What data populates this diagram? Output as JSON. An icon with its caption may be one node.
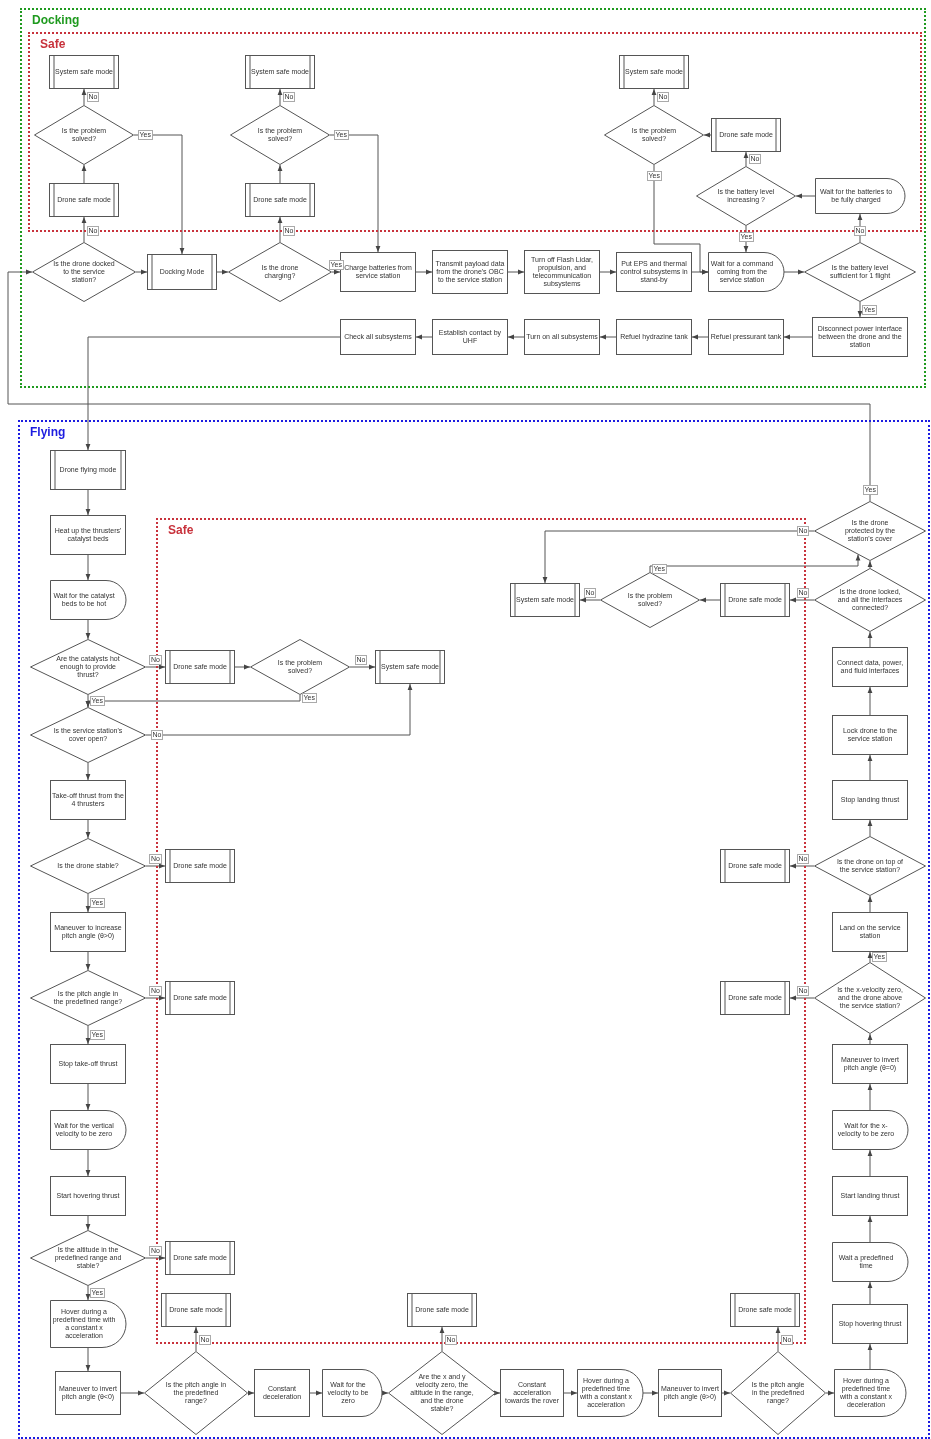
{
  "diagram": {
    "nodes": [
      {
        "text": [
          "Docking"
        ]
      },
      {
        "text": [
          "Safe"
        ],
        "in": 0
      },
      {
        "text": [
          "System safe mode"
        ],
        "in": 1
      },
      {
        "text": [
          "System safe mode"
        ],
        "in": 1
      },
      {
        "text": [
          "System safe mode"
        ],
        "in": 1
      },
      {
        "text": [
          "Is the problem solved?"
        ],
        "in": 1
      },
      {
        "text": [
          "Is the problem solved?"
        ],
        "in": 1
      },
      {
        "text": [
          "Is the problem solved?"
        ],
        "in": 1
      },
      {
        "text": [
          "Drone safe mode"
        ],
        "in": 1
      },
      {
        "text": [
          "Drone safe mode"
        ],
        "in": 1
      },
      {
        "text": [
          "Drone safe mode"
        ],
        "in": 1
      },
      {
        "text": [
          "Is the battery level increasing ?"
        ],
        "in": 1
      },
      {
        "text": [
          "Wait for the batteries to be fully charged"
        ],
        "in": 1
      },
      {
        "text": [
          "Is the drone docked to the service station?"
        ],
        "in": 0
      },
      {
        "text": [
          "Docking Mode"
        ],
        "in": 0
      },
      {
        "text": [
          "Is the drone charging?"
        ],
        "in": 0
      },
      {
        "text": [
          "Charge batteries from service station"
        ],
        "in": 0
      },
      {
        "text": [
          "Transmit payload data from the drone's OBC to the service station"
        ],
        "in": 0
      },
      {
        "text": [
          "Turn off Flash Lidar, propulsion, and telecommunication subsystems"
        ],
        "in": 0
      },
      {
        "text": [
          "Put EPS and thermal control subsystems in stand-by"
        ],
        "in": 0
      },
      {
        "text": [
          "Wait for a command coming from the service station"
        ],
        "in": 0
      },
      {
        "text": [
          "Is the battery level sufficient for 1 flight"
        ],
        "in": 0
      },
      {
        "text": [
          "Check all subsystems"
        ],
        "in": 0
      },
      {
        "text": [
          "Establish contact by UHF"
        ],
        "in": 0
      },
      {
        "text": [
          "Turn on all subsystems"
        ],
        "in": 0
      },
      {
        "text": [
          "Refuel hydrazine tank"
        ],
        "in": 0
      },
      {
        "text": [
          "Refuel pressurant tank"
        ],
        "in": 0
      },
      {
        "text": [
          "Disconnect power interface between the drone and the station"
        ],
        "in": 0
      },
      {
        "text": [
          "Flying"
        ]
      },
      {
        "text": [
          "Drone flying mode"
        ],
        "in": 28
      },
      {
        "text": [
          "Heat up the thrusters' catalyst beds"
        ],
        "in": 28
      },
      {
        "text": [
          "Safe"
        ],
        "in": 28
      },
      {
        "text": [
          "Is the drone protected by the station's cover"
        ],
        "in": 28
      },
      {
        "text": [
          "Wait for the catalyst beds to be hot"
        ],
        "in": 28
      },
      {
        "text": [
          "System safe mode"
        ],
        "in": 31
      },
      {
        "text": [
          "Is the problem solved?"
        ],
        "in": 31
      },
      {
        "text": [
          "Drone safe mode"
        ],
        "in": 31
      },
      {
        "text": [
          "Is the drone locked, and all the interfaces connected?"
        ],
        "in": 28
      },
      {
        "text": [
          "Are the catalysts hot enough to provide thrust?"
        ],
        "in": 28
      },
      {
        "text": [
          "Drone safe mode"
        ],
        "in": 31
      },
      {
        "text": [
          "Is the problem solved?"
        ],
        "in": 31
      },
      {
        "text": [
          "System safe mode"
        ],
        "in": 31
      },
      {
        "text": [
          "Connect data, power, and fluid interfaces"
        ],
        "in": 28
      },
      {
        "text": [
          "Is the service station's cover open?"
        ],
        "in": 28
      },
      {
        "text": [
          "Lock drone to the service station"
        ],
        "in": 28
      },
      {
        "text": [
          "Take-off thrust from the 4 thrusters"
        ],
        "in": 28
      },
      {
        "text": [
          "Stop landing thrust"
        ],
        "in": 28
      },
      {
        "text": [
          "Is the drone stable?"
        ],
        "in": 28
      },
      {
        "text": [
          "Drone safe mode"
        ],
        "in": 31
      },
      {
        "text": [
          "Drone safe mode"
        ],
        "in": 31
      },
      {
        "text": [
          "Is the drone on top of the service station?"
        ],
        "in": 28
      },
      {
        "text": [
          "Maneuver to increase pitch angle (θ>0)"
        ],
        "in": 28
      },
      {
        "text": [
          "Land on the service station"
        ],
        "in": 28
      },
      {
        "text": [
          "Is the pitch angle in the predefined range?"
        ],
        "in": 28
      },
      {
        "text": [
          "Drone safe mode"
        ],
        "in": 31
      },
      {
        "text": [
          "Drone safe mode"
        ],
        "in": 31
      },
      {
        "text": [
          "Is the x-velocity zero, and the drone above the service station?"
        ],
        "in": 28
      },
      {
        "text": [
          "Stop take-off thrust"
        ],
        "in": 28
      },
      {
        "text": [
          "Maneuver to invert pitch angle (θ=0)"
        ],
        "in": 28
      },
      {
        "text": [
          "Wait for the vertical velocity to be zero"
        ],
        "in": 28
      },
      {
        "text": [
          "Wait for the x-velocity to be zero"
        ],
        "in": 28
      },
      {
        "text": [
          "Start hovering thrust"
        ],
        "in": 28
      },
      {
        "text": [
          "Start landing thrust"
        ],
        "in": 28
      },
      {
        "text": [
          "Is the altitude in the predefined range and stable?"
        ],
        "in": 28
      },
      {
        "text": [
          "Drone safe mode"
        ],
        "in": 31
      },
      {
        "text": [
          "Wait a predefined time"
        ],
        "in": 28
      },
      {
        "text": [
          "Hover during a predefined time with a constant x acceleration"
        ],
        "in": 28
      },
      {
        "text": [
          "Drone safe mode"
        ],
        "in": 31
      },
      {
        "text": [
          "Drone safe mode"
        ],
        "in": 31
      },
      {
        "text": [
          "Drone safe mode"
        ],
        "in": 31
      },
      {
        "text": [
          "Stop hovering thrust"
        ],
        "in": 28
      },
      {
        "text": [
          "Maneuver to invert pitch angle (θ<0)"
        ],
        "in": 28
      },
      {
        "text": [
          "Is the pitch angle in the predefined range?"
        ],
        "in": 28
      },
      {
        "text": [
          "Constant deceleration"
        ],
        "in": 28
      },
      {
        "text": [
          "Wait for the velocity to be zero"
        ],
        "in": 28
      },
      {
        "text": [
          "Are the x and y velocity zero, the altitude in the range, and the drone stable?"
        ],
        "in": 28
      },
      {
        "text": [
          "Constant acceleration towards the rover"
        ],
        "in": 28
      },
      {
        "text": [
          "Hover during a predefined time with a constant x acceleration"
        ],
        "in": 28
      },
      {
        "text": [
          "Maneuver to invert pitch angle (θ>0)"
        ],
        "in": 28
      },
      {
        "text": [
          "Is the pitch angle in the predefined range?"
        ],
        "in": 28
      },
      {
        "text": [
          "Hover during a predefined time with a constant x deceleration"
        ],
        "in": 28
      }
    ],
    "edges": [
      {
        "from": 13,
        "to": 14,
        "arrow": "to"
      },
      {
        "from": 13,
        "to": 9,
        "arrow": "to",
        "label": "No"
      },
      {
        "from": 9,
        "to": 5,
        "arrow": "to"
      },
      {
        "from": 5,
        "to": 2,
        "arrow": "to",
        "label": "No"
      },
      {
        "from": 5,
        "to": 14,
        "arrow": "to",
        "label": "Yes"
      },
      {
        "from": 14,
        "to": 15,
        "arrow": "to"
      },
      {
        "from": 15,
        "to": 10,
        "arrow": "to",
        "label": "No"
      },
      {
        "from": 10,
        "to": 6,
        "arrow": "to"
      },
      {
        "from": 6,
        "to": 3,
        "arrow": "to",
        "label": "No"
      },
      {
        "from": 6,
        "to": 16,
        "arrow": "to",
        "label": "Yes"
      },
      {
        "from": 15,
        "to": 16,
        "arrow": "to",
        "label": "Yes"
      },
      {
        "from": 16,
        "to": 17,
        "arrow": "to"
      },
      {
        "from": 17,
        "to": 18,
        "arrow": "to"
      },
      {
        "from": 18,
        "to": 19,
        "arrow": "to"
      },
      {
        "from": 19,
        "to": 20,
        "arrow": "to"
      },
      {
        "from": 7,
        "to": 20,
        "arrow": "to",
        "label": "Yes"
      },
      {
        "from": 20,
        "to": 21,
        "arrow": "to"
      },
      {
        "from": 21,
        "to": 12,
        "arrow": "to",
        "label": "No"
      },
      {
        "from": 12,
        "to": 11,
        "arrow": "to"
      },
      {
        "from": 11,
        "to": 8,
        "arrow": "to",
        "label": "No"
      },
      {
        "from": 8,
        "to": 7,
        "arrow": "to"
      },
      {
        "from": 7,
        "to": 4,
        "arrow": "to",
        "label": "No"
      },
      {
        "from": 11,
        "to": 20,
        "arrow": "to",
        "label": "Yes"
      },
      {
        "from": 21,
        "to": 27,
        "arrow": "to",
        "label": "Yes"
      },
      {
        "from": 27,
        "to": 26,
        "arrow": "to"
      },
      {
        "from": 26,
        "to": 25,
        "arrow": "to"
      },
      {
        "from": 25,
        "to": 24,
        "arrow": "to"
      },
      {
        "from": 24,
        "to": 23,
        "arrow": "to"
      },
      {
        "from": 23,
        "to": 22,
        "arrow": "to"
      },
      {
        "from": 22,
        "to": 29,
        "arrow": "to"
      },
      {
        "from": 29,
        "to": 30,
        "arrow": "to"
      },
      {
        "from": 30,
        "to": 33,
        "arrow": "to"
      },
      {
        "from": 33,
        "to": 38,
        "arrow": "to"
      },
      {
        "from": 38,
        "to": 39,
        "arrow": "to",
        "label": "No"
      },
      {
        "from": 39,
        "to": 40,
        "arrow": "to"
      },
      {
        "from": 40,
        "to": 41,
        "arrow": "to",
        "label": "No"
      },
      {
        "from": 40,
        "to": 43,
        "arrow": "to",
        "label": "Yes"
      },
      {
        "from": 38,
        "to": 43,
        "arrow": "to",
        "label": "Yes"
      },
      {
        "from": 43,
        "to": 41,
        "arrow": "to",
        "label": "No"
      },
      {
        "from": 43,
        "to": 45,
        "arrow": "to"
      },
      {
        "from": 45,
        "to": 47,
        "arrow": "to"
      },
      {
        "from": 47,
        "to": 48,
        "arrow": "to",
        "label": "No"
      },
      {
        "from": 47,
        "to": 51,
        "arrow": "to",
        "label": "Yes"
      },
      {
        "from": 51,
        "to": 53,
        "arrow": "to"
      },
      {
        "from": 53,
        "to": 54,
        "arrow": "to",
        "label": "No"
      },
      {
        "from": 53,
        "to": 57,
        "arrow": "to",
        "label": "Yes"
      },
      {
        "from": 57,
        "to": 59,
        "arrow": "to"
      },
      {
        "from": 59,
        "to": 61,
        "arrow": "to"
      },
      {
        "from": 61,
        "to": 63,
        "arrow": "to"
      },
      {
        "from": 63,
        "to": 64,
        "arrow": "to",
        "label": "No"
      },
      {
        "from": 63,
        "to": 66,
        "arrow": "to",
        "label": "Yes"
      },
      {
        "from": 66,
        "to": 71,
        "arrow": "to"
      },
      {
        "from": 71,
        "to": 72,
        "arrow": "to"
      },
      {
        "from": 72,
        "to": 67,
        "arrow": "to",
        "label": "No"
      },
      {
        "from": 72,
        "to": 73,
        "arrow": "to"
      },
      {
        "from": 73,
        "to": 74,
        "arrow": "to"
      },
      {
        "from": 74,
        "to": 75,
        "arrow": "to"
      },
      {
        "from": 75,
        "to": 68,
        "arrow": "to",
        "label": "No"
      },
      {
        "from": 75,
        "to": 76,
        "arrow": "to"
      },
      {
        "from": 76,
        "to": 77,
        "arrow": "to"
      },
      {
        "from": 77,
        "to": 78,
        "arrow": "to"
      },
      {
        "from": 78,
        "to": 79,
        "arrow": "to"
      },
      {
        "from": 79,
        "to": 69,
        "arrow": "to",
        "label": "No"
      },
      {
        "from": 79,
        "to": 80,
        "arrow": "to"
      },
      {
        "from": 80,
        "to": 70,
        "arrow": "to"
      },
      {
        "from": 70,
        "to": 65,
        "arrow": "to"
      },
      {
        "from": 65,
        "to": 62,
        "arrow": "to"
      },
      {
        "from": 62,
        "to": 60,
        "arrow": "to"
      },
      {
        "from": 60,
        "to": 58,
        "arrow": "to"
      },
      {
        "from": 58,
        "to": 56,
        "arrow": "to"
      },
      {
        "from": 56,
        "to": 55,
        "arrow": "to",
        "label": "No"
      },
      {
        "from": 56,
        "to": 52,
        "arrow": "to",
        "label": "Yes"
      },
      {
        "from": 52,
        "to": 50,
        "arrow": "to"
      },
      {
        "from": 50,
        "to": 49,
        "arrow": "to",
        "label": "No"
      },
      {
        "from": 50,
        "to": 46,
        "arrow": "to"
      },
      {
        "from": 46,
        "to": 44,
        "arrow": "to"
      },
      {
        "from": 44,
        "to": 42,
        "arrow": "to"
      },
      {
        "from": 42,
        "to": 37,
        "arrow": "to"
      },
      {
        "from": 37,
        "to": 36,
        "arrow": "to",
        "label": "No"
      },
      {
        "from": 36,
        "to": 35,
        "arrow": "to"
      },
      {
        "from": 35,
        "to": 34,
        "arrow": "to",
        "label": "No"
      },
      {
        "from": 35,
        "to": 32,
        "arrow": "to",
        "label": "Yes"
      },
      {
        "from": 37,
        "to": 32,
        "arrow": "to"
      },
      {
        "from": 32,
        "to": 34,
        "arrow": "to",
        "label": "No"
      },
      {
        "from": 32,
        "to": 13,
        "arrow": "to",
        "label": "Yes"
      }
    ]
  }
}
